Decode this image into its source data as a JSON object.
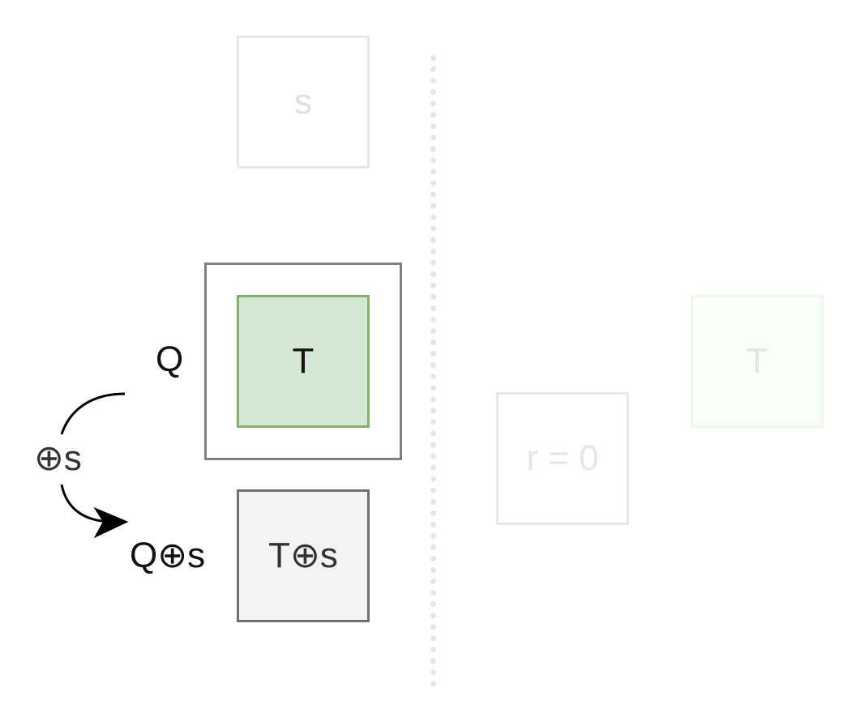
{
  "diagram": {
    "boxes": {
      "s": {
        "label": "s"
      },
      "q": {
        "label": ""
      },
      "t": {
        "label": "T"
      },
      "t_plus_s": {
        "label": "T⊕s"
      },
      "r": {
        "label": "r = 0"
      },
      "t_faded": {
        "label": "T"
      }
    },
    "labels": {
      "q": "Q",
      "operation": "⊕s",
      "q_plus_s": "Q⊕s"
    },
    "colors": {
      "t_fill": "#d5e8d4",
      "t_stroke": "#82b366",
      "ts_fill": "#f3f3f3",
      "ts_stroke": "#707070",
      "q_stroke": "#808080",
      "faded_stroke": "#e8e8e8",
      "divider": "#e6e6e6",
      "arrow": "#000000"
    }
  }
}
